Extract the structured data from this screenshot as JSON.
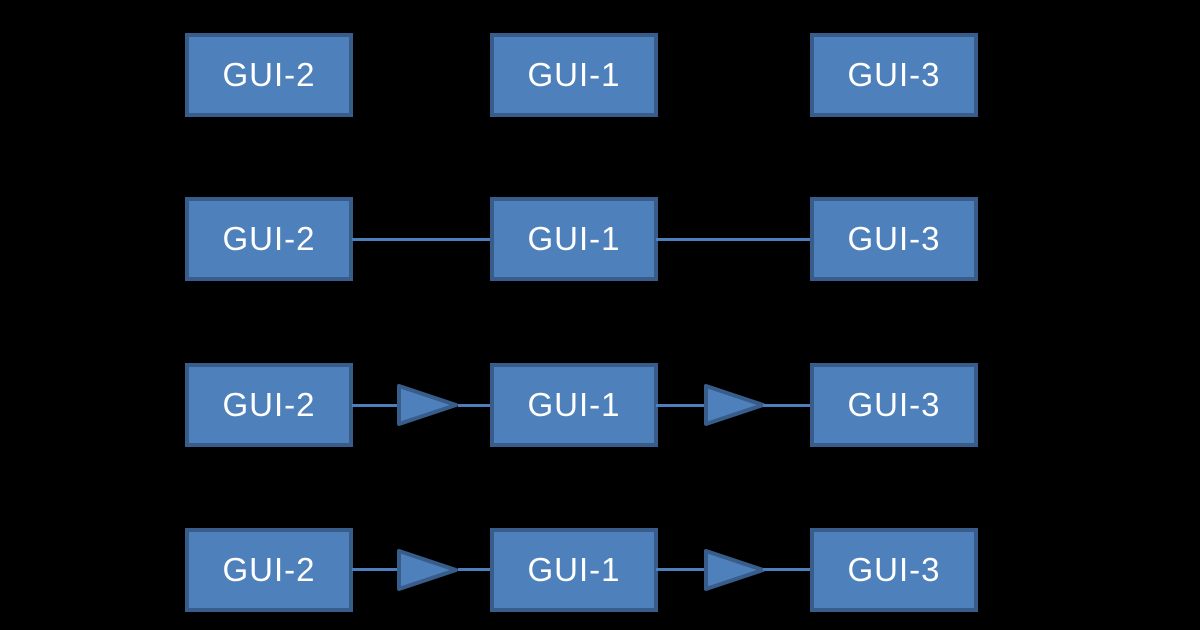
{
  "colors": {
    "background": "#000000",
    "box_fill": "#4E80BC",
    "box_border": "#385D8A",
    "connector": "#4C7FBC",
    "box_text": "#FFFFFF"
  },
  "icons": {
    "connector_arrow": "right-pointing-triangle"
  },
  "diagram": {
    "rows": [
      {
        "connector": "none",
        "boxes": [
          "GUI-2",
          "GUI-1",
          "GUI-3"
        ]
      },
      {
        "connector": "line",
        "boxes": [
          "GUI-2",
          "GUI-1",
          "GUI-3"
        ]
      },
      {
        "connector": "arrow",
        "boxes": [
          "GUI-2",
          "GUI-1",
          "GUI-3"
        ]
      },
      {
        "connector": "arrow",
        "boxes": [
          "GUI-2",
          "GUI-1",
          "GUI-3"
        ]
      }
    ]
  }
}
